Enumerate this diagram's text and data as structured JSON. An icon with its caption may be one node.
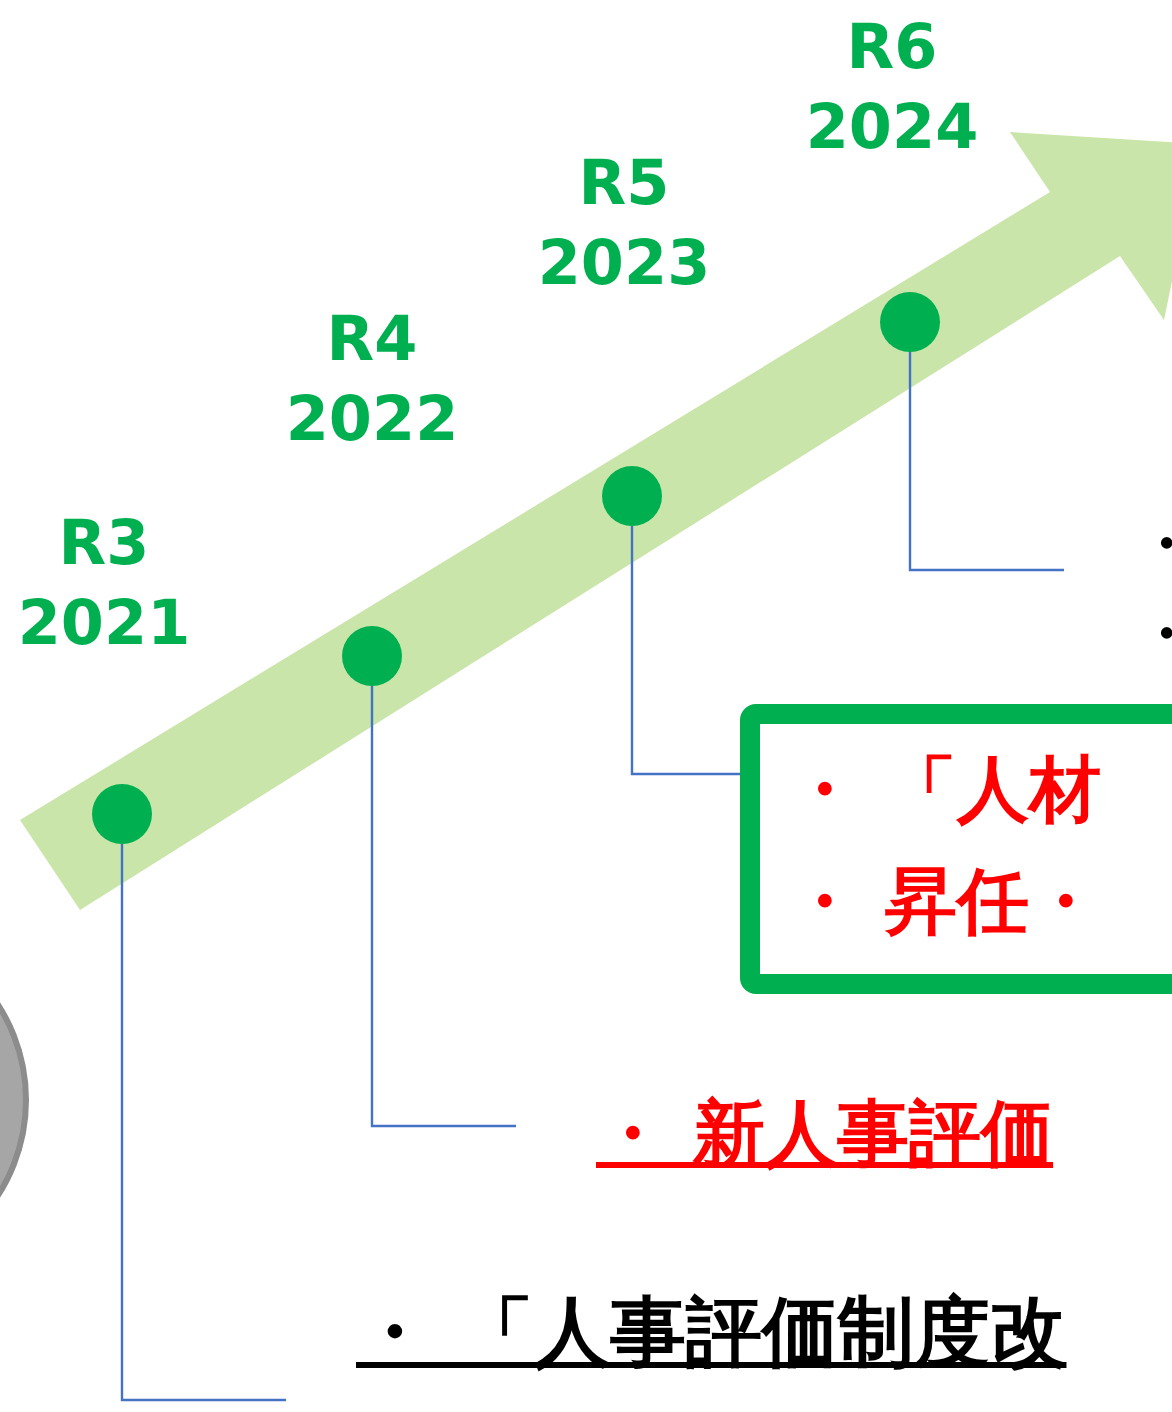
{
  "diagram": {
    "nodes": [
      {
        "text": [],
        "shape": "circle",
        "beside": [
          "R3 2021"
        ]
      },
      {
        "text": [],
        "shape": "circle",
        "beside": [
          "R4 2022"
        ]
      },
      {
        "text": [],
        "shape": "circle",
        "beside": [
          "R5 2023"
        ]
      },
      {
        "text": [],
        "shape": "circle",
        "beside": [
          "R6 2024"
        ]
      },
      {
        "text": [
          "・ 「人事評価制度改"
        ]
      },
      {
        "text": [
          "・ 新人事評価"
        ]
      },
      {
        "text": [
          "・ 「人材",
          "・ 昇任・"
        ]
      },
      {
        "text": [
          "・",
          "・"
        ]
      },
      {
        "text": [],
        "shape": "circle"
      }
    ],
    "edges": [
      {
        "from": 0,
        "to": 4,
        "arrow": "none"
      },
      {
        "from": 1,
        "to": 5,
        "arrow": "none"
      },
      {
        "from": 2,
        "to": 6,
        "arrow": "none"
      },
      {
        "from": 3,
        "to": 7,
        "arrow": "none"
      }
    ]
  }
}
